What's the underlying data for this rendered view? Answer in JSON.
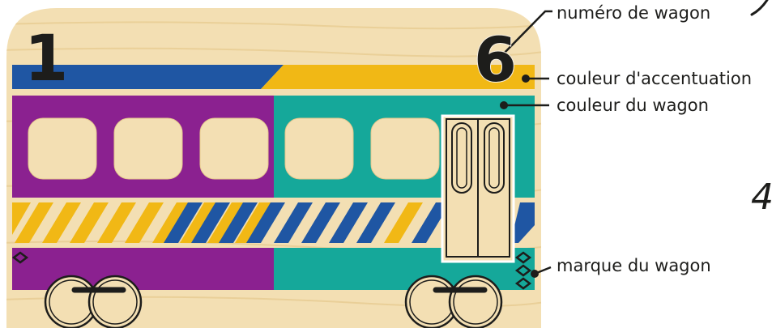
{
  "wagon": {
    "number_left": "1",
    "number_right": "6",
    "colors": {
      "wood": "#f3dfb3",
      "wood_grain": "#e6c98e",
      "outline": "#1d1d1b",
      "stripe_blue": "#1f56a3",
      "accent_yellow": "#f1b815",
      "body_purple": "#8b2190",
      "body_teal": "#15a89a"
    }
  },
  "labels": {
    "wagon_number": "numéro de wagon",
    "accent_color": "couleur d'accentuation",
    "wagon_color": "couleur du wagon",
    "wagon_mark": "marque du wagon"
  },
  "page_number": "4"
}
